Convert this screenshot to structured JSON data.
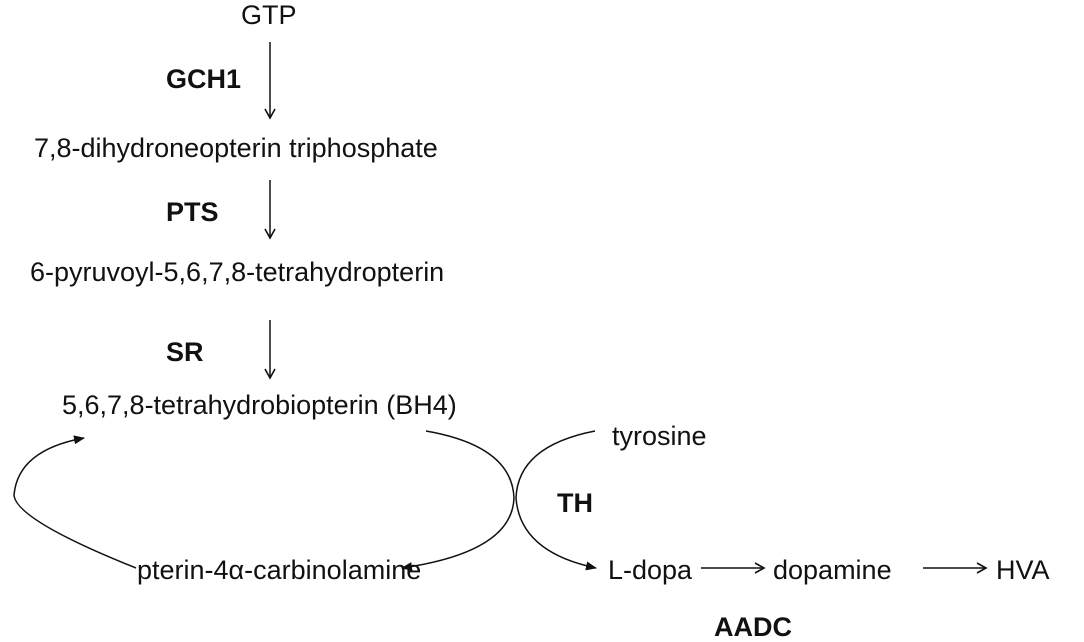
{
  "metabolites": {
    "gtp": "GTP",
    "dhnp": "7,8-dihydroneopterin triphosphate",
    "ptp": "6-pyruvoyl-5,6,7,8-tetrahydropterin",
    "bh4": "5,6,7,8-tetrahydrobiopterin (BH4)",
    "pterin_carbinolamine": "pterin-4α-carbinolamine",
    "tyrosine": "tyrosine",
    "ldopa": "L-dopa",
    "dopamine": "dopamine",
    "hva": "HVA"
  },
  "enzymes": {
    "gch1": "GCH1",
    "pts": "PTS",
    "sr": "SR",
    "th": "TH",
    "aadc": "AADC"
  },
  "colors": {
    "text": "#111111",
    "line": "#111111",
    "background": "#ffffff"
  }
}
